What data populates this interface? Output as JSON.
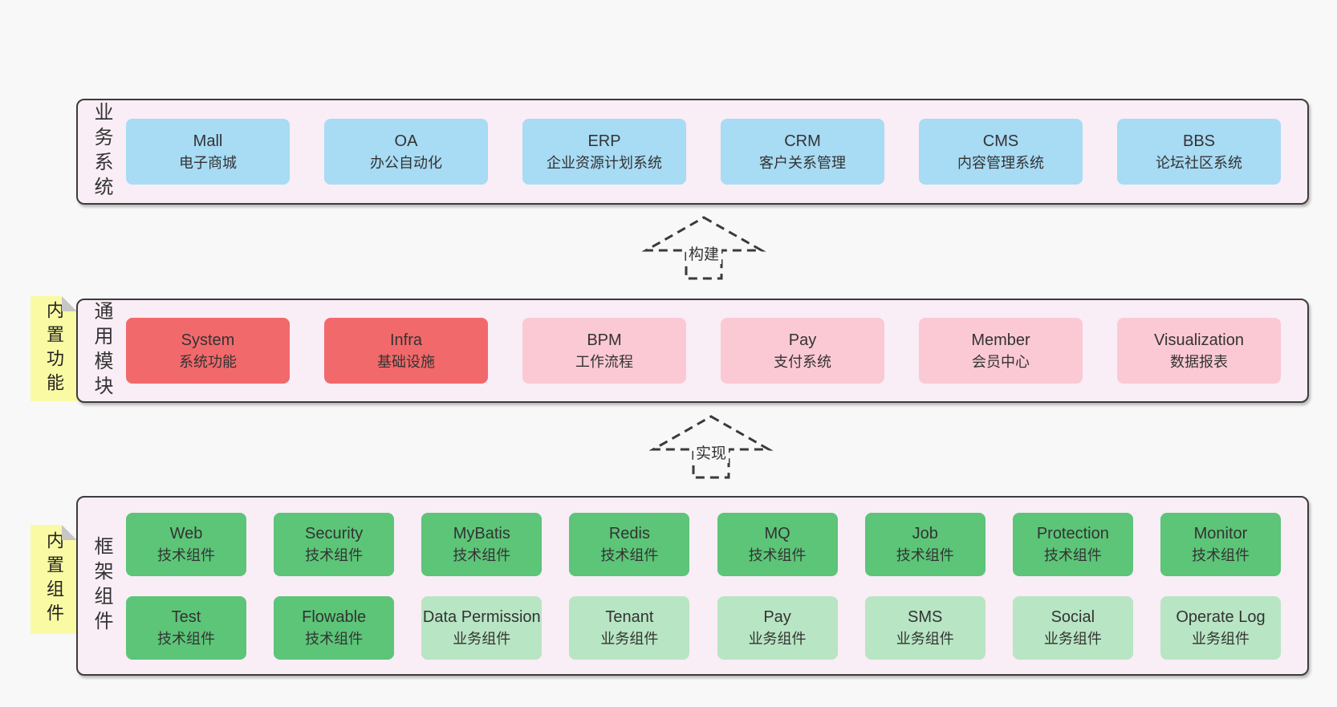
{
  "colors": {
    "page-bg": "#f8f8f8",
    "container-bg": "#f9edf6",
    "container-border": "#3c3c3c",
    "box-blue": "#a8dbf4",
    "box-red": "#f2696b",
    "box-pink": "#fbc9d4",
    "box-green": "#5cc578",
    "box-green-light": "#b8e5c3",
    "note-yellow": "#fafaa5",
    "note-fold": "#c6c6c6",
    "text-dark": "#333333"
  },
  "layers": {
    "business": {
      "side_label": "业务系统",
      "boxes": [
        {
          "title": "Mall",
          "subtitle": "电子商城"
        },
        {
          "title": "OA",
          "subtitle": "办公自动化"
        },
        {
          "title": "ERP",
          "subtitle": "企业资源计划系统"
        },
        {
          "title": "CRM",
          "subtitle": "客户关系管理"
        },
        {
          "title": "CMS",
          "subtitle": "内容管理系统"
        },
        {
          "title": "BBS",
          "subtitle": "论坛社区系统"
        }
      ]
    },
    "modules": {
      "side_label": "通用模块",
      "note_label": "内置功能",
      "boxes": [
        {
          "title": "System",
          "subtitle": "系统功能"
        },
        {
          "title": "Infra",
          "subtitle": "基础设施"
        },
        {
          "title": "BPM",
          "subtitle": "工作流程"
        },
        {
          "title": "Pay",
          "subtitle": "支付系统"
        },
        {
          "title": "Member",
          "subtitle": "会员中心"
        },
        {
          "title": "Visualization",
          "subtitle": "数据报表"
        }
      ]
    },
    "framework": {
      "side_label": "框架组件",
      "note_label": "内置组件",
      "row1": [
        {
          "title": "Web",
          "subtitle": "技术组件"
        },
        {
          "title": "Security",
          "subtitle": "技术组件"
        },
        {
          "title": "MyBatis",
          "subtitle": "技术组件"
        },
        {
          "title": "Redis",
          "subtitle": "技术组件"
        },
        {
          "title": "MQ",
          "subtitle": "技术组件"
        },
        {
          "title": "Job",
          "subtitle": "技术组件"
        },
        {
          "title": "Protection",
          "subtitle": "技术组件"
        },
        {
          "title": "Monitor",
          "subtitle": "技术组件"
        }
      ],
      "row2": [
        {
          "title": "Test",
          "subtitle": "技术组件"
        },
        {
          "title": "Flowable",
          "subtitle": "技术组件"
        },
        {
          "title": "Data Permission",
          "subtitle": "业务组件"
        },
        {
          "title": "Tenant",
          "subtitle": "业务组件"
        },
        {
          "title": "Pay",
          "subtitle": "业务组件"
        },
        {
          "title": "SMS",
          "subtitle": "业务组件"
        },
        {
          "title": "Social",
          "subtitle": "业务组件"
        },
        {
          "title": "Operate Log",
          "subtitle": "业务组件"
        }
      ]
    }
  },
  "arrows": {
    "build": {
      "label": "构建"
    },
    "implement": {
      "label": "实现"
    }
  }
}
